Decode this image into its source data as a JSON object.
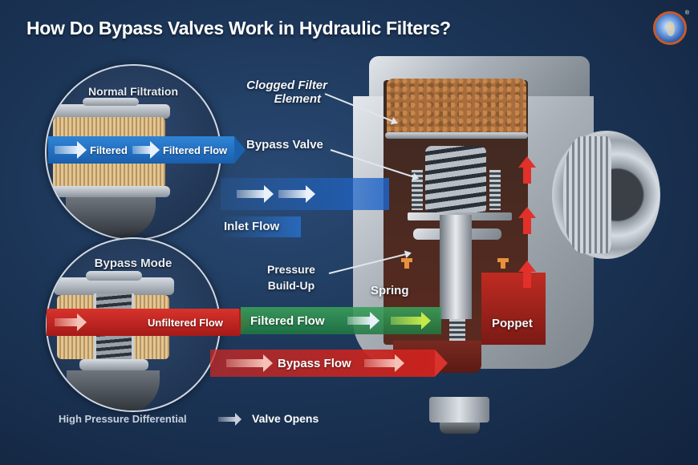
{
  "header": {
    "title": "How Do Bypass Valves Work in Hydraulic Filters?",
    "logo_icon": "globe-logo-icon",
    "logo_mark": "®"
  },
  "normal_filtration": {
    "label": "Normal Filtration",
    "band_text_1": "Filtered",
    "band_text_2": "Filtered Flow",
    "color": "#1f6fc4"
  },
  "bypass_mode": {
    "label": "Bypass Mode",
    "band_text": "Unfiltered Flow",
    "color": "#c4231f"
  },
  "callouts": {
    "clogged_filter_line1": "Clogged Filter",
    "clogged_filter_line2": "Element",
    "bypass_valve": "Bypass Valve",
    "inlet_flow": "Inlet Flow",
    "pressure_line1": "Pressure",
    "pressure_line2": "Build-Up",
    "spring": "Spring",
    "poppet": "Poppet"
  },
  "flows": {
    "filtered_flow": "Filtered Flow",
    "bypass_flow": "Bypass Flow",
    "filtered_color": "#2e9a58",
    "bypass_color": "#c8231e",
    "inlet_color": "#1f6fc4"
  },
  "footer": {
    "left": "High Pressure Differential",
    "arrow_icon": "right-arrow-icon",
    "right": "Valve Opens"
  }
}
